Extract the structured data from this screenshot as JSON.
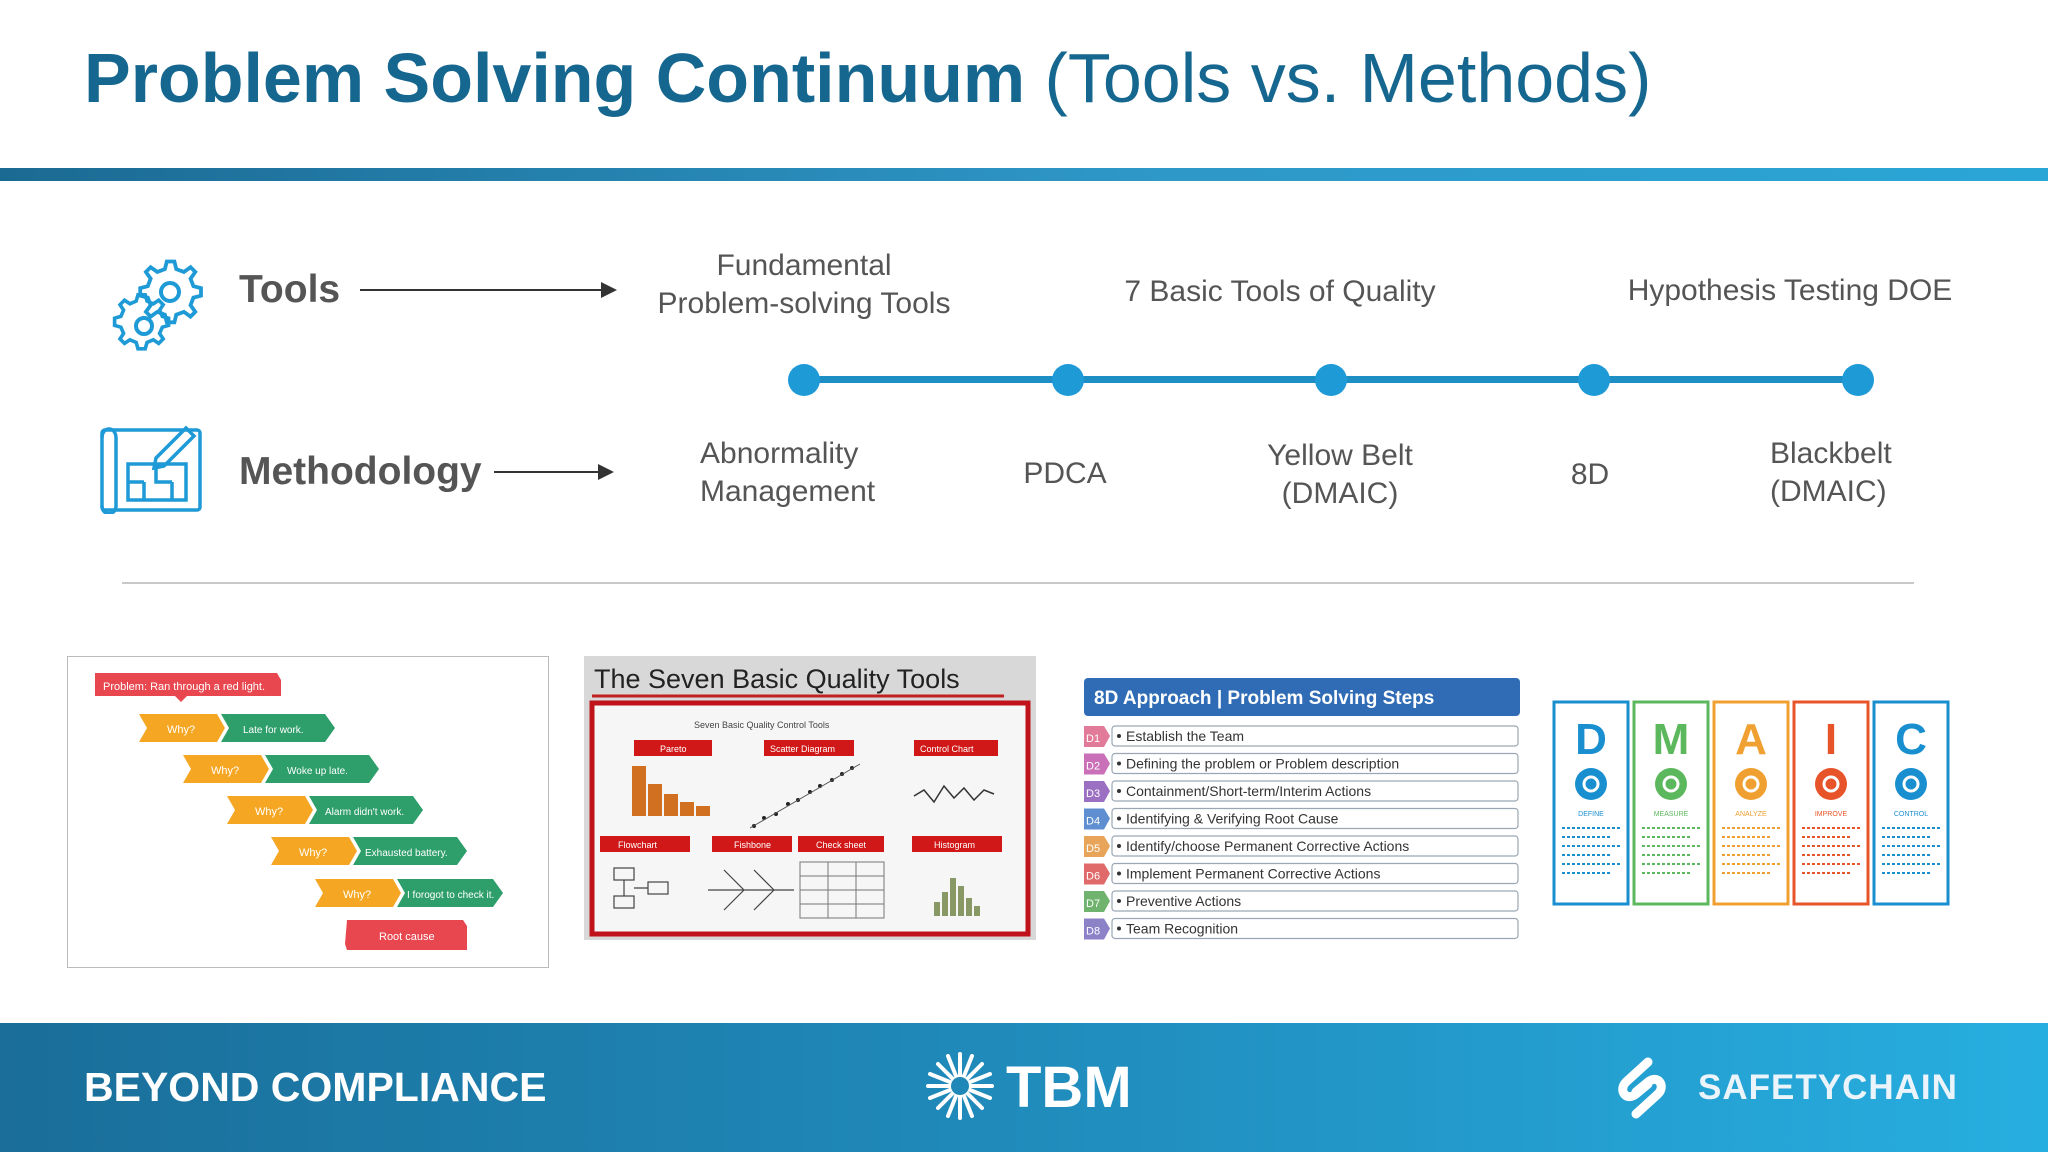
{
  "title": {
    "bold": "Problem Solving Continuum",
    "regular": " (Tools vs. Methods)"
  },
  "rows": {
    "tools_label": "Tools",
    "methodology_label": "Methodology"
  },
  "tools": {
    "fundamental": [
      "Fundamental",
      "Problem-solving Tools"
    ],
    "seven_basic": "7 Basic Tools of Quality",
    "hypothesis": "Hypothesis Testing  DOE"
  },
  "methods": {
    "abnormality": [
      "Abnormality",
      "Management"
    ],
    "pdca": "PDCA",
    "yellow": [
      "Yellow Belt",
      "(DMAIC)"
    ],
    "eightd": "8D",
    "black": [
      "Blackbelt",
      "(DMAIC)"
    ]
  },
  "thumb_5why": {
    "problem": "Problem: Ran through a red light.",
    "why": "Why?",
    "answers": [
      "Late for work.",
      "Woke up late.",
      "Alarm didn't work.",
      "Exhausted battery.",
      "I forogot to check it."
    ],
    "root": "Root cause"
  },
  "thumb_seven": {
    "title": "The Seven Basic Quality Tools",
    "subtitle": "Seven Basic Quality Control Tools",
    "tools": [
      "Pareto",
      "Scatter Diagram",
      "Control Chart",
      "Flowchart",
      "Fishbone",
      "Check sheet",
      "Histogram"
    ]
  },
  "thumb_8d": {
    "header": "8D Approach | Problem Solving Steps",
    "steps": [
      {
        "num": "D1",
        "text": "Establish the Team"
      },
      {
        "num": "D2",
        "text": "Defining the problem or Problem description"
      },
      {
        "num": "D3",
        "text": "Containment/Short-term/Interim Actions"
      },
      {
        "num": "D4",
        "text": "Identifying & Verifying Root Cause"
      },
      {
        "num": "D5",
        "text": "Identify/choose Permanent Corrective Actions"
      },
      {
        "num": "D6",
        "text": "Implement Permanent Corrective Actions"
      },
      {
        "num": "D7",
        "text": "Preventive Actions"
      },
      {
        "num": "D8",
        "text": "Team Recognition"
      }
    ]
  },
  "thumb_dmaic": {
    "phases": [
      {
        "letter": "D",
        "name": "DEFINE",
        "color": "#1a8fd0"
      },
      {
        "letter": "M",
        "name": "MEASURE",
        "color": "#5cb85c"
      },
      {
        "letter": "A",
        "name": "ANALYZE",
        "color": "#f0a030"
      },
      {
        "letter": "I",
        "name": "IMPROVE",
        "color": "#e8542a"
      },
      {
        "letter": "C",
        "name": "CONTROL",
        "color": "#1a8fd0"
      }
    ]
  },
  "footer": {
    "left": "BEYOND COMPLIANCE",
    "center": "TBM",
    "right": "SAFETYCHAIN"
  },
  "colors": {
    "title": "#16678f",
    "accent": "#1e9ad6",
    "footer": "#1f88b8"
  }
}
